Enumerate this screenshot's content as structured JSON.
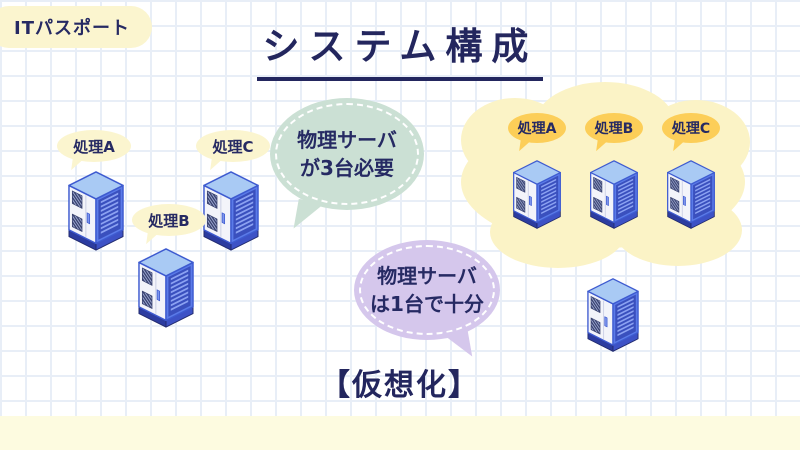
{
  "badge": {
    "label": "ITパスポート"
  },
  "title": {
    "text": "システム構成"
  },
  "left_group": {
    "bubble": {
      "line1": "物理サーバ",
      "line2": "が3台必要"
    },
    "servers": [
      {
        "label": "処理A"
      },
      {
        "label": "処理B"
      },
      {
        "label": "処理C"
      }
    ]
  },
  "right_group": {
    "bubble": {
      "line1": "物理サーバ",
      "line2": "は1台で十分"
    },
    "virtual_servers": [
      {
        "label": "処理A"
      },
      {
        "label": "処理B"
      },
      {
        "label": "処理C"
      }
    ]
  },
  "caption": {
    "text": "【仮想化】"
  },
  "colors": {
    "navy_text": "#23265e",
    "grid_line": "#e8eef7",
    "pale_yellow": "#fbf5cf",
    "cloud_yellow": "#fbf3c6",
    "tag_yellow": "#fcce58",
    "green_bubble": "#cbe0d4",
    "purple_bubble": "#d5c7ec",
    "server_blue": "#5b7be8",
    "server_top_blue": "#a9caf4",
    "bottom_strip": "#fdfbe0"
  }
}
